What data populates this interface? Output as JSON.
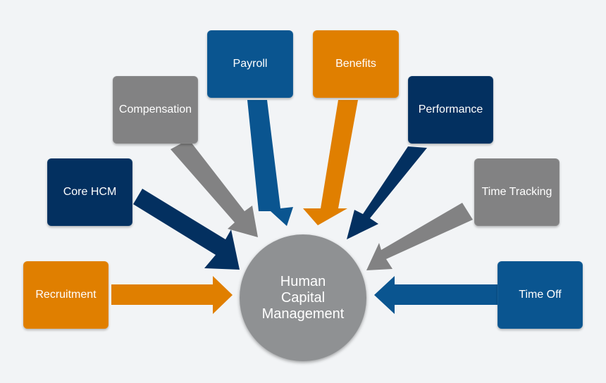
{
  "colors": {
    "orange": "#e07f00",
    "dark_blue": "#033060",
    "mid_blue": "#0a5590",
    "gray": "#828283",
    "hub": "#8f9193",
    "background": "#f2f4f6"
  },
  "hub": {
    "line1": "Human",
    "line2": "Capital",
    "line3": "Management"
  },
  "modules": [
    {
      "id": "payroll",
      "label": "Payroll",
      "color": "mid_blue"
    },
    {
      "id": "benefits",
      "label": "Benefits",
      "color": "orange"
    },
    {
      "id": "compensation",
      "label": "Compensation",
      "color": "gray"
    },
    {
      "id": "performance",
      "label": "Performance",
      "color": "dark_blue"
    },
    {
      "id": "core-hcm",
      "label": "Core HCM",
      "color": "dark_blue"
    },
    {
      "id": "time-tracking",
      "label": "Time Tracking",
      "color": "gray"
    },
    {
      "id": "recruitment",
      "label": "Recruitment",
      "color": "orange"
    },
    {
      "id": "time-off",
      "label": "Time Off",
      "color": "mid_blue"
    }
  ]
}
